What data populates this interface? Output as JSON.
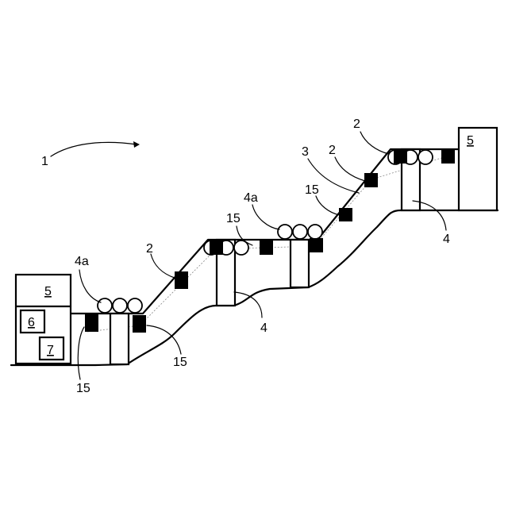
{
  "colors": {
    "ink": "#000000",
    "paper": "#ffffff",
    "guide": "#888888"
  },
  "labels": {
    "system_ref": "1",
    "station_ref_left": "5",
    "station_ref_right": "5",
    "unit_ref_6": "6",
    "unit_ref_7": "7",
    "conveyor_ref_left": "2",
    "conveyor_ref_right_a": "2",
    "conveyor_ref_right_b": "2",
    "track_ref_3": "3",
    "roller_ref_left": "4a",
    "roller_ref_mid": "4a",
    "support_ref_left": "4",
    "support_ref_right": "4",
    "sensor_ref_left_a": "15",
    "sensor_ref_left_b": "15",
    "sensor_ref_mid": "15",
    "sensor_ref_right": "15"
  }
}
